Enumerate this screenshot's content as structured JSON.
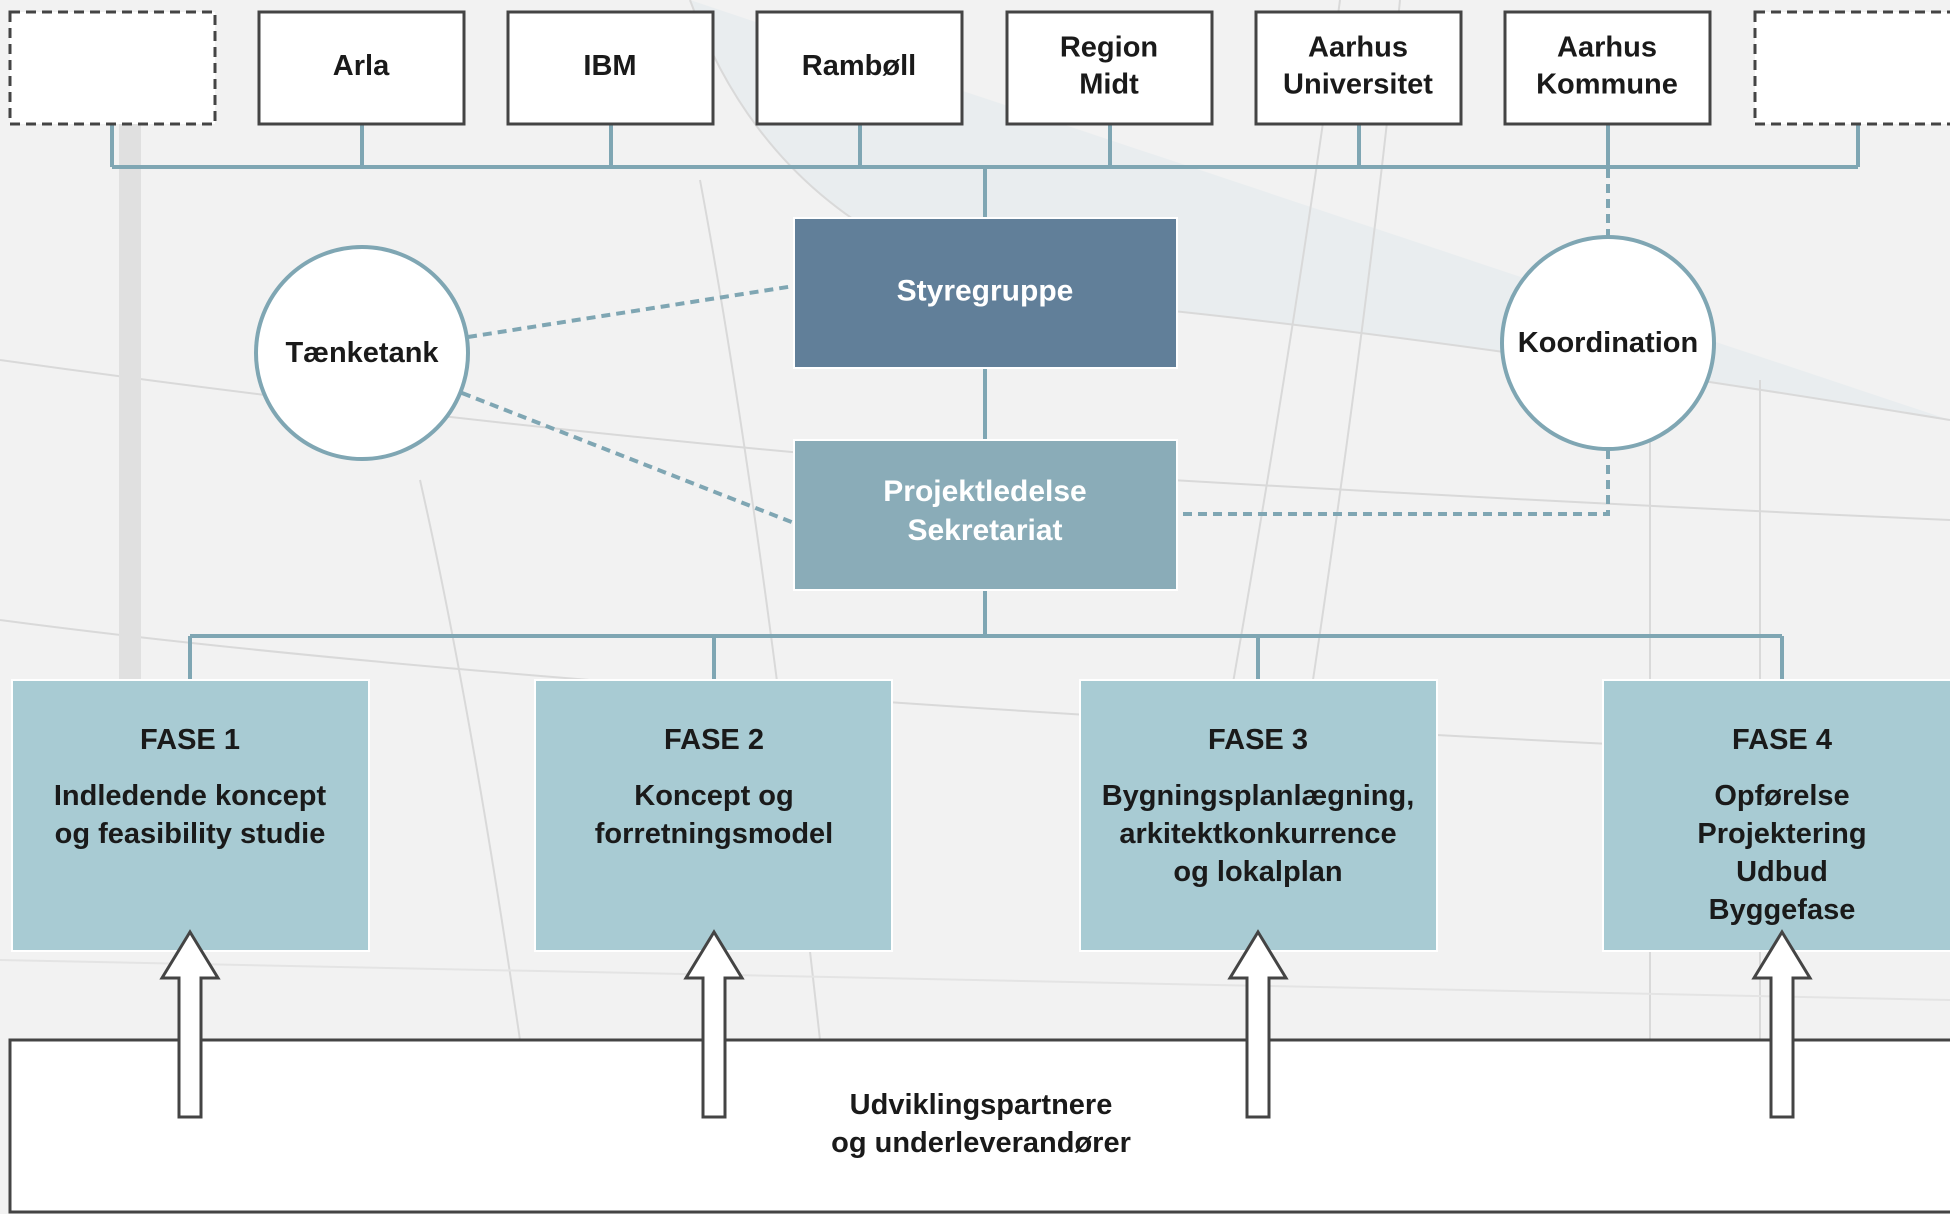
{
  "partners": [
    {
      "lines": []
    },
    {
      "lines": [
        "Arla"
      ]
    },
    {
      "lines": [
        "IBM"
      ]
    },
    {
      "lines": [
        "Rambøll"
      ]
    },
    {
      "lines": [
        "Region",
        "Midt"
      ]
    },
    {
      "lines": [
        "Aarhus",
        "Universitet"
      ]
    },
    {
      "lines": [
        "Aarhus",
        "Kommune"
      ]
    },
    {
      "lines": []
    }
  ],
  "steering": {
    "lines": [
      "Styregruppe"
    ]
  },
  "management": {
    "lines": [
      "Projektledelse",
      "Sekretariat"
    ]
  },
  "think_tank": {
    "lines": [
      "Tænketank"
    ]
  },
  "coordination": {
    "lines": [
      "Koordination"
    ]
  },
  "phases": [
    {
      "title": "FASE 1",
      "lines": [
        "Indledende koncept",
        "og feasibility studie"
      ]
    },
    {
      "title": "FASE 2",
      "lines": [
        "Koncept og",
        "forretningsmodel"
      ]
    },
    {
      "title": "FASE 3",
      "lines": [
        "Bygningsplanlægning,",
        "arkitektkonkurrence",
        "og lokalplan"
      ]
    },
    {
      "title": "FASE 4",
      "lines": [
        "Opførelse",
        "Projektering",
        "Udbud",
        "Byggefase"
      ]
    }
  ],
  "development": {
    "lines": [
      "Udviklingspartnere",
      "og underleverandører"
    ]
  },
  "colors": {
    "connector": "#7fa6b3",
    "steering_fill": "#617f99",
    "management_fill": "#8aacb8",
    "phase_fill": "#a8cbd3",
    "box_border": "#444444",
    "text_dark": "#1a1a1a",
    "text_light": "#ffffff"
  }
}
